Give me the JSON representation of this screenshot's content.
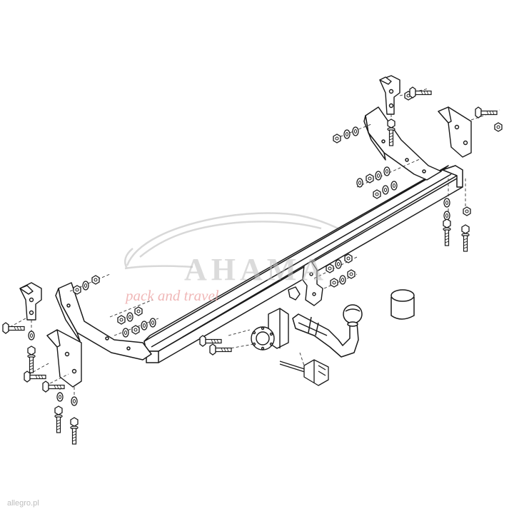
{
  "watermark": {
    "title": "AHAMA",
    "subtitle": "pack and travel"
  },
  "footer": {
    "text": "allegro.pl"
  },
  "colors": {
    "line": "#1a1a1a",
    "watermark_gray": "#c4c4c4",
    "watermark_pink": "#eaa0a0",
    "footer_gray": "#bdbdbd"
  }
}
